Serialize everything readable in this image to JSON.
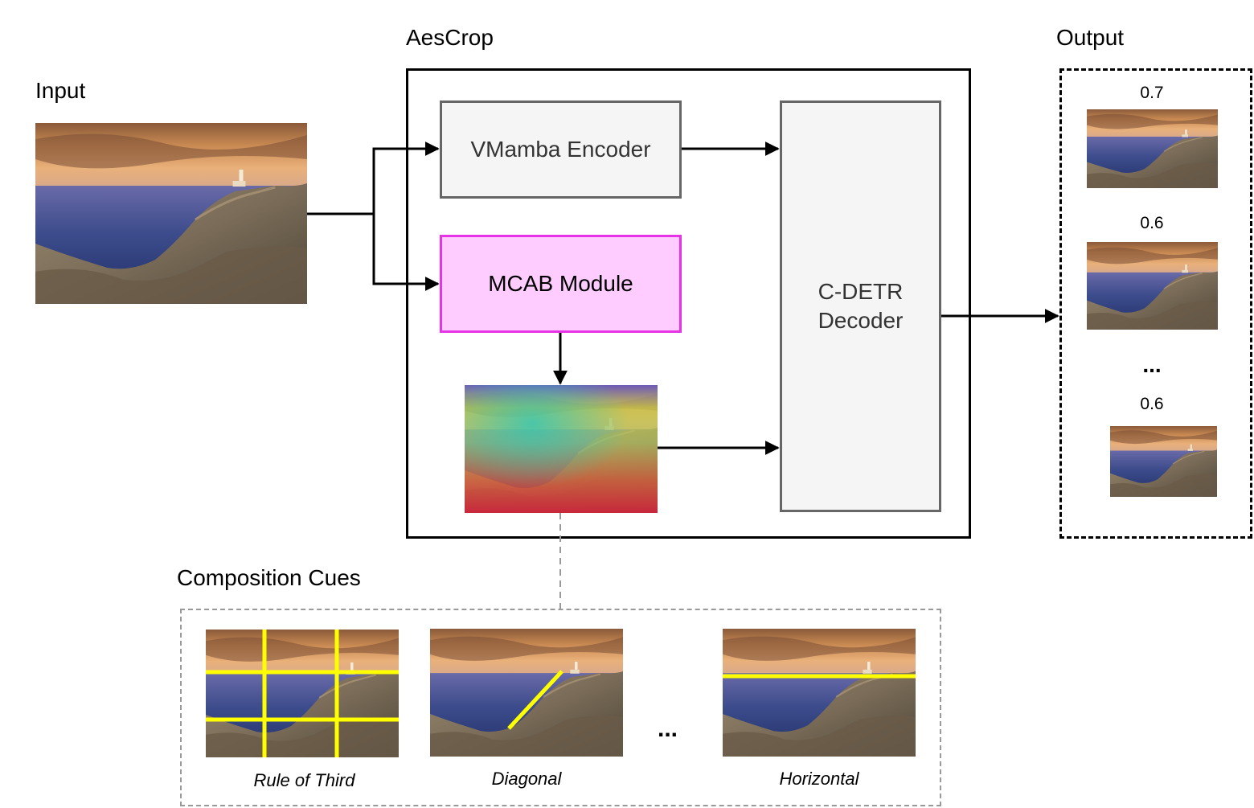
{
  "labels": {
    "input": "Input",
    "aescrop": "AesCrop",
    "output": "Output",
    "composition_cues": "Composition Cues"
  },
  "modules": {
    "encoder": "VMamba Encoder",
    "mcab": "MCAB Module",
    "decoder_line1": "C-DETR",
    "decoder_line2": "Decoder"
  },
  "output_scores": [
    "0.7",
    "0.6",
    "...",
    "0.6"
  ],
  "cues": {
    "items": [
      "Rule of Third",
      "Diagonal",
      "Horizontal"
    ],
    "ellipsis": "..."
  },
  "colors": {
    "encoder_fill": "#f5f5f5",
    "encoder_border": "#666666",
    "mcab_fill": "#ffccff",
    "mcab_border": "#e633e6",
    "decoder_fill": "#f5f5f5",
    "cue_line": "#ffff00",
    "dashed_border": "#999999"
  }
}
